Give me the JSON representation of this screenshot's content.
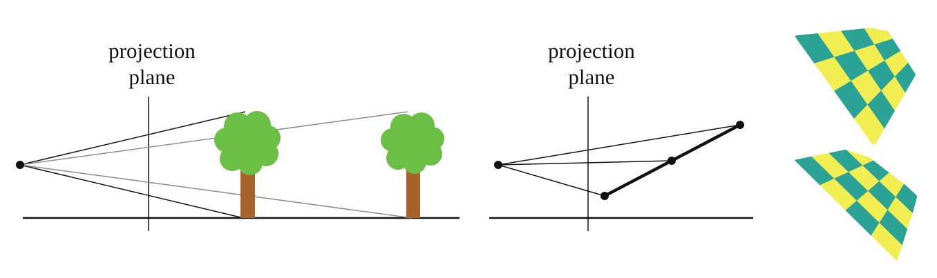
{
  "labels": {
    "left_line1": "projection",
    "left_line2": "plane",
    "mid_line1": "projection",
    "mid_line2": "plane"
  },
  "colors": {
    "ink": "#111111",
    "gray_ray": "#8c8c8c",
    "foliage": "#6cbf45",
    "trunk": "#a8622a",
    "texture_teal": "#2aa396",
    "texture_yellow": "#f2ee52"
  },
  "texture": {
    "top_panel": {
      "rows": 4,
      "cols": 4
    },
    "bottom_panel": {
      "rows": 4,
      "cols": 4
    }
  }
}
